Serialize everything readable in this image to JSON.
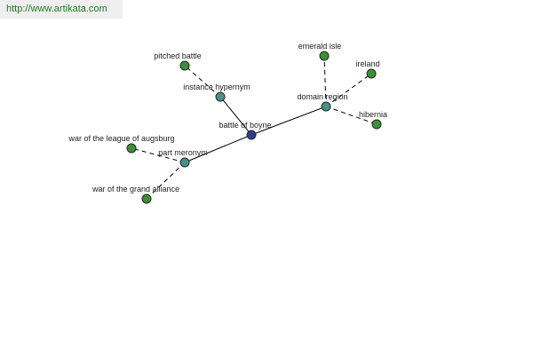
{
  "banner": {
    "url_text": "http://www.artikata.com"
  },
  "colors": {
    "center": "#333d8f",
    "relation": "#4a8f8a",
    "leaf": "#3e8e3a"
  },
  "graph": {
    "center": {
      "label": "battle of boyne"
    },
    "relations": {
      "hypernym": "instance hypernym",
      "region": "domain region",
      "meronym": "part meronym"
    },
    "leaves": {
      "pitched_battle": "pitched battle",
      "emerald_isle": "emerald isle",
      "ireland": "ireland",
      "hibernia": "hibernia",
      "league_augsburg": "war of the league of augsburg",
      "grand_alliance": "war of the grand alliance"
    }
  }
}
